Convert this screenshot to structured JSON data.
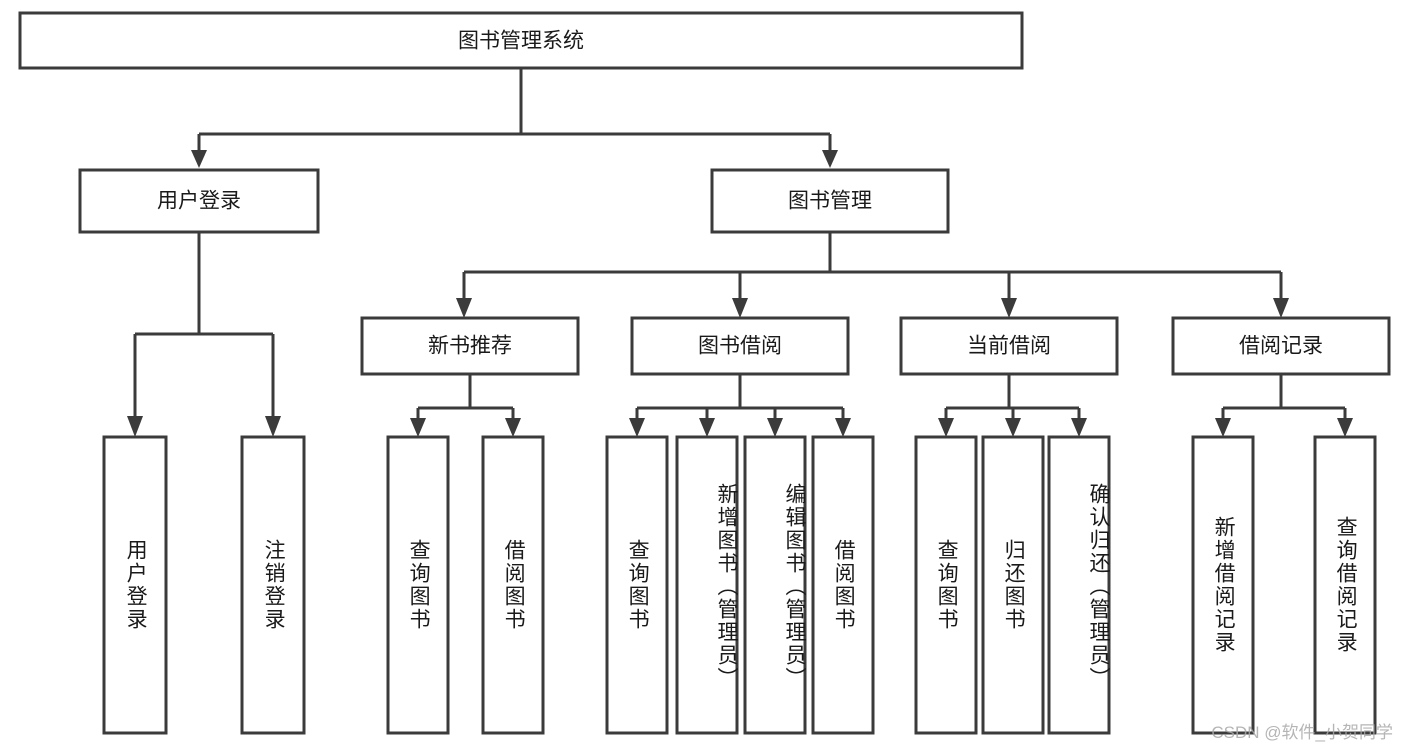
{
  "diagram": {
    "title": "图书管理系统",
    "type": "tree-hierarchy-diagram",
    "watermark": "CSDN @软件_小贺同学",
    "colors": {
      "stroke": "#3b3b3b",
      "fill": "#ffffff",
      "text": "#1a1a1a",
      "watermark": "#a9a9a9",
      "background": "#ffffff"
    },
    "root": {
      "label": "图书管理系统"
    },
    "level2": [
      {
        "label": "用户登录"
      },
      {
        "label": "图书管理"
      }
    ],
    "level3": [
      {
        "label": "新书推荐"
      },
      {
        "label": "图书借阅"
      },
      {
        "label": "当前借阅"
      },
      {
        "label": "借阅记录"
      }
    ],
    "leaves": {
      "user_login": [
        {
          "label": "用户登录"
        },
        {
          "label": "注销登录"
        }
      ],
      "new_book_recommend": [
        {
          "label": "查询图书"
        },
        {
          "label": "借阅图书"
        }
      ],
      "book_borrow": [
        {
          "label": "查询图书"
        },
        {
          "label": "新增图书（管理员）"
        },
        {
          "label": "编辑图书（管理员）"
        },
        {
          "label": "借阅图书"
        }
      ],
      "current_borrow": [
        {
          "label": "查询图书"
        },
        {
          "label": "归还图书"
        },
        {
          "label": "确认归还（管理员）"
        }
      ],
      "borrow_record": [
        {
          "label": "新增借阅记录"
        },
        {
          "label": "查询借阅记录"
        }
      ]
    }
  }
}
